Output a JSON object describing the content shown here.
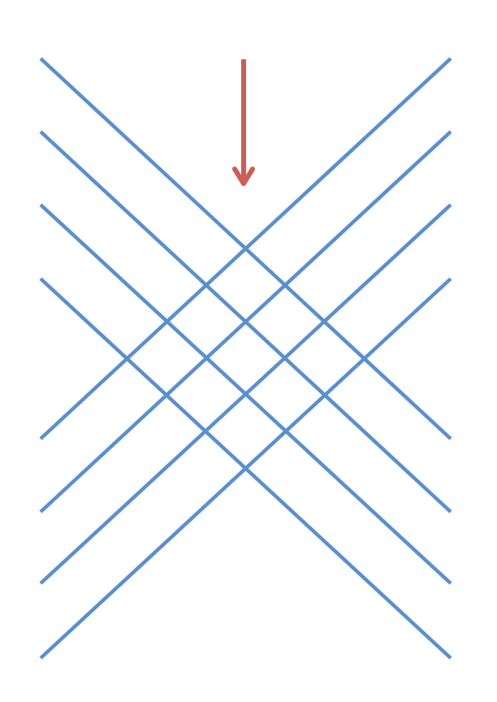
{
  "diagram": {
    "line_color": "#5b8fce",
    "arrow_color": "#cd5d57",
    "descending_line_count": 4,
    "ascending_line_count": 4,
    "arrow_direction": "down",
    "arrow_icon": "arrow-down-icon"
  }
}
